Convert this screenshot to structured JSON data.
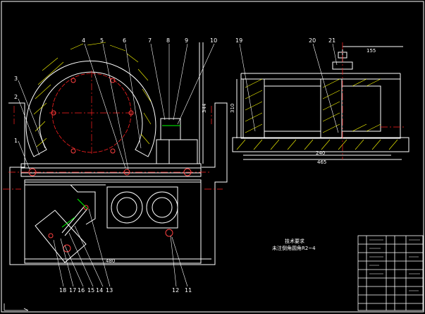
{
  "drawing": {
    "colors": {
      "background": "#000000",
      "outline": "#ffffff",
      "center_line": "#ff2020",
      "hatch": "#ffff00",
      "fastener": "#ff4040",
      "accent": "#00ff00"
    },
    "part_labels": [
      "1",
      "2",
      "3",
      "4",
      "5",
      "6",
      "7",
      "8",
      "9",
      "10",
      "11",
      "12",
      "13",
      "14",
      "15",
      "16",
      "17",
      "18",
      "19",
      "20",
      "21"
    ],
    "dimensions": {
      "front_height": "344",
      "front_width": "480",
      "side_height": "310",
      "side_width_inner": "240",
      "side_width_outer": "465",
      "top_offset": "155"
    },
    "notes": {
      "title": "技术要求",
      "line1": "未注倒角圆角R2~4"
    }
  }
}
